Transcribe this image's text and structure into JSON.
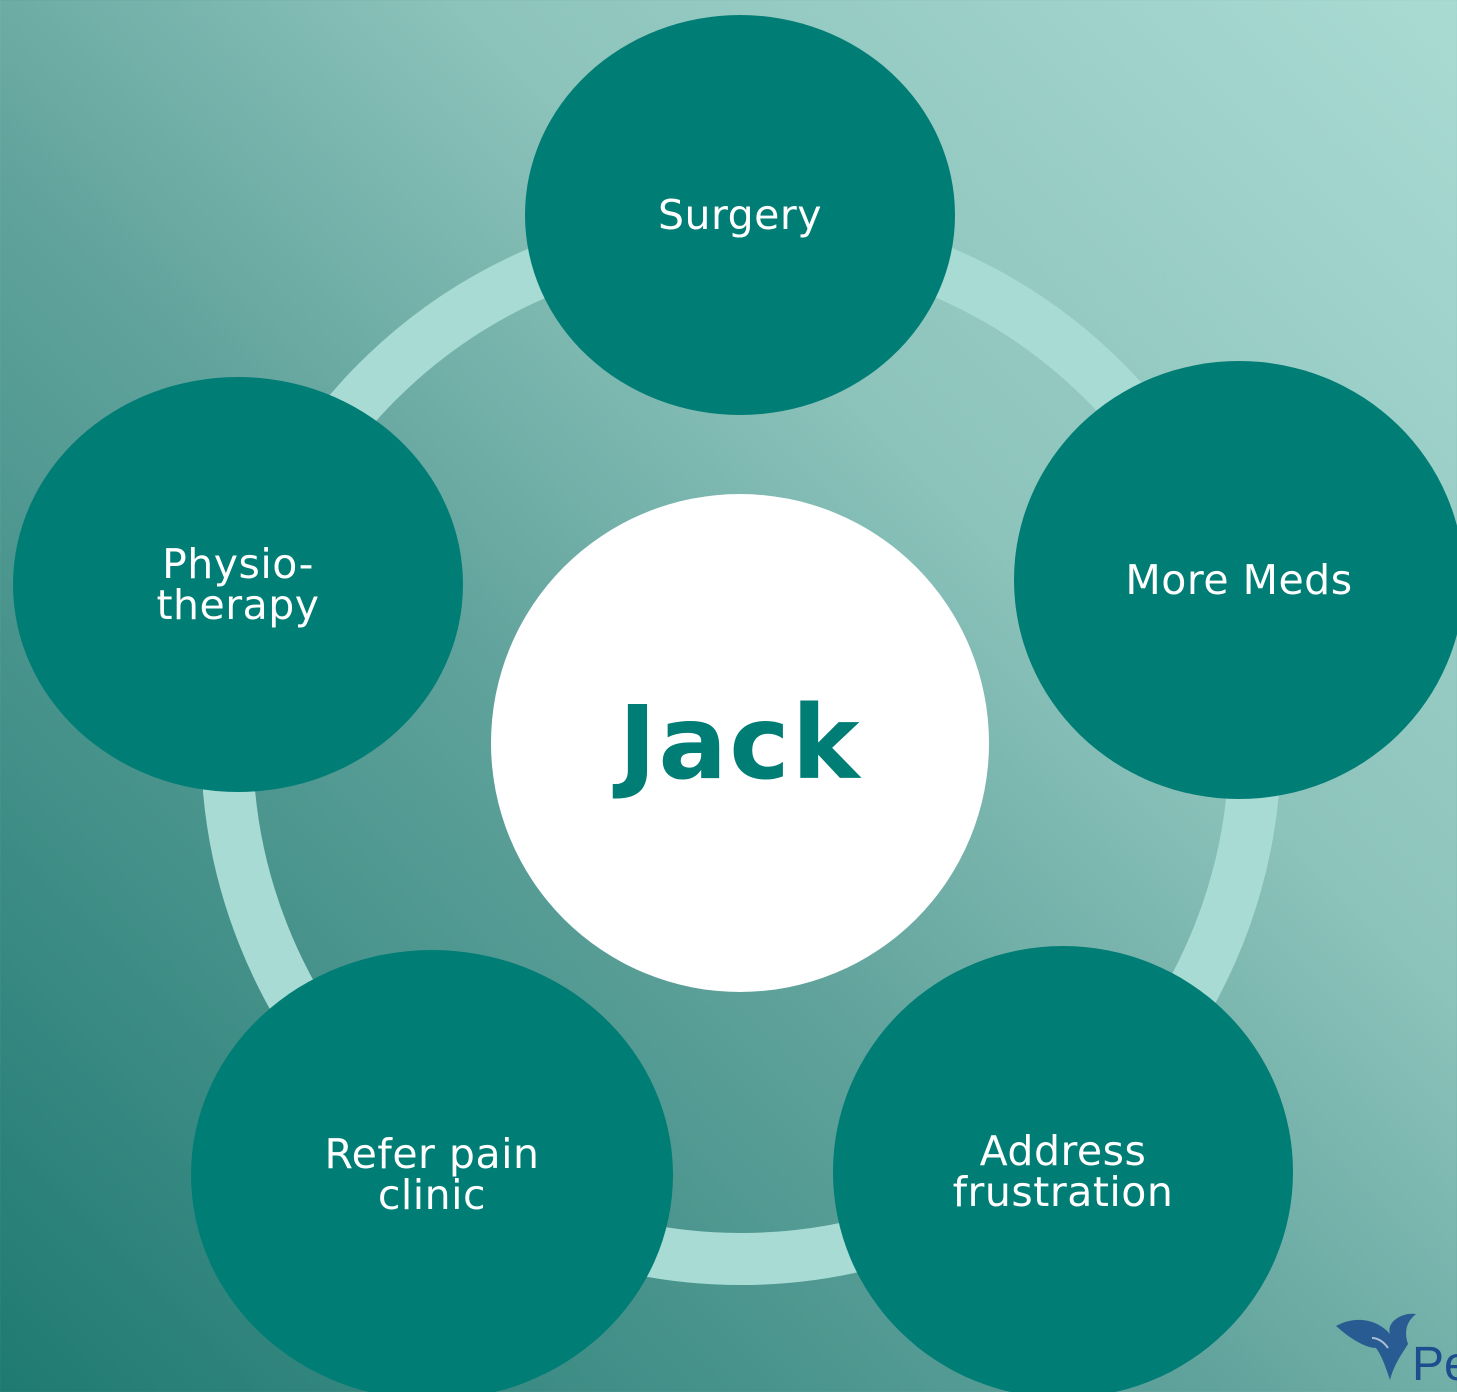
{
  "center": {
    "label": "Jack"
  },
  "nodes": {
    "surgery": "Surgery",
    "more_meds": "More Meds",
    "address_frustration": "Address\nfrustration",
    "refer_pain_clinic": "Refer pain\nclinic",
    "physiotherapy": "Physio-\ntherapy"
  },
  "logo": {
    "partial_text": "Pe",
    "icon": "bird-logo-icon"
  },
  "colors": {
    "node_fill": "#007d75",
    "center_fill": "#ffffff",
    "ring": "#a7dbd4",
    "logo": "#1d4c8f"
  }
}
